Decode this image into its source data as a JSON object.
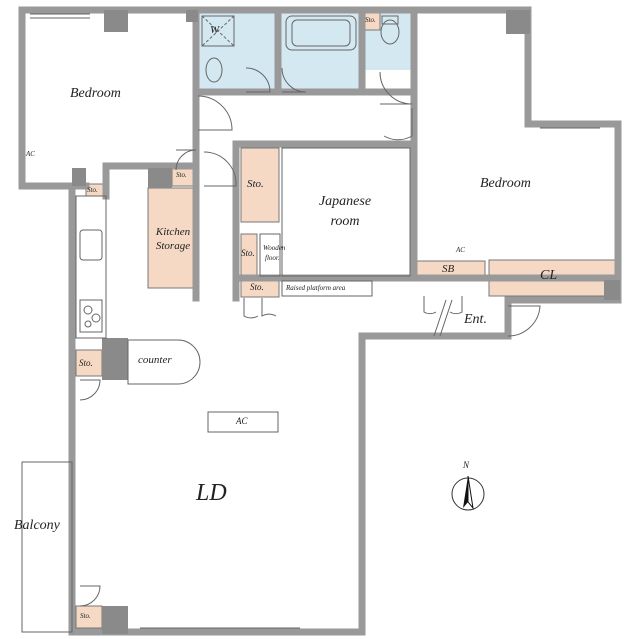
{
  "rooms": {
    "bedroom_left": "Bedroom",
    "bedroom_right": "Bedroom",
    "japanese_room_line1": "Japanese",
    "japanese_room_line2": "room",
    "kitchen_storage_line1": "Kitchen",
    "kitchen_storage_line2": "Storage",
    "ld": "LD",
    "balcony": "Balcony",
    "entrance": "Ent.",
    "counter": "counter",
    "closet": "CL",
    "shoe_box": "SB",
    "washer": "W",
    "wooden_floor_line1": "Wooden",
    "wooden_floor_line2": "floor.",
    "raised_platform": "Raised platform area",
    "ac_label": "AC",
    "north": "N"
  },
  "storage": {
    "sto": "Sto."
  },
  "colors": {
    "wall": "#9a9a9a",
    "wall_dark": "#7f7f7f",
    "storage_fill": "#f5d9c4",
    "wet_area_fill": "#d4e8f2",
    "outline": "#555555"
  }
}
